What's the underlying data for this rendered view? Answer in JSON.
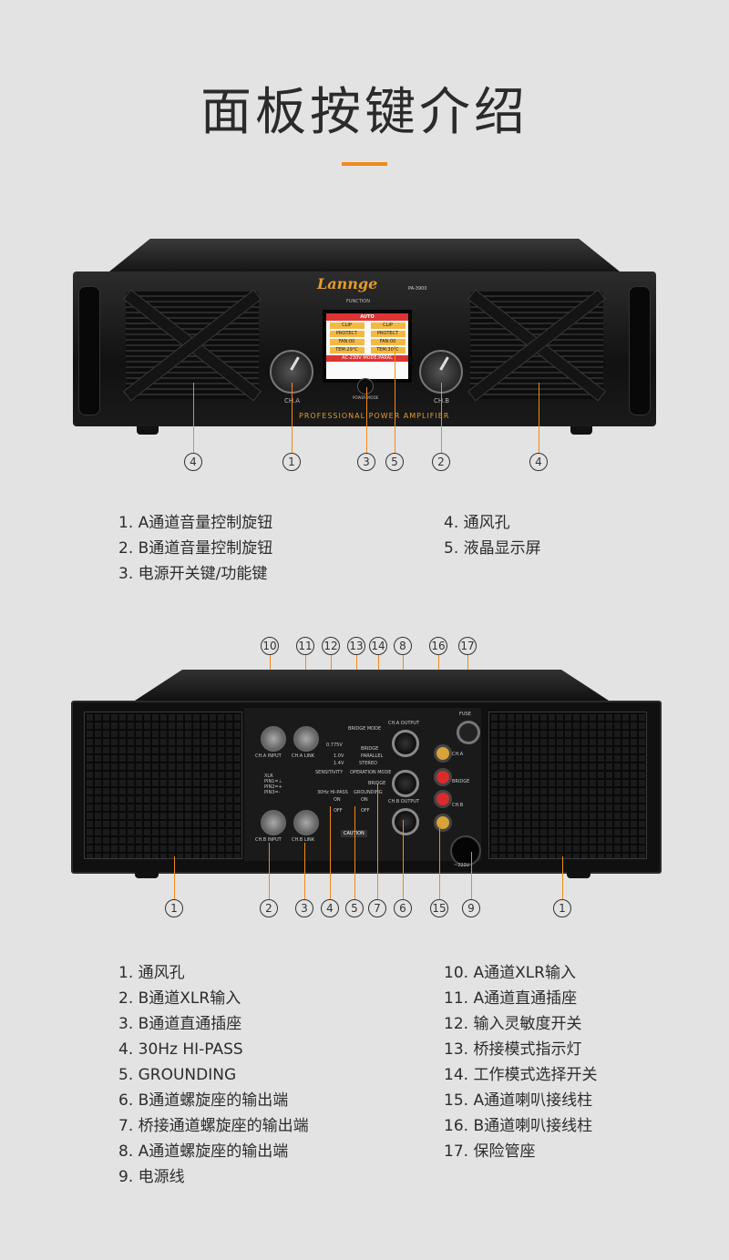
{
  "header": {
    "title": "面板按键介绍"
  },
  "front_device": {
    "brand": "Lannge",
    "model": "PA-3900",
    "lcd": {
      "function_label": "FUNCTION",
      "mode": "AUTO",
      "rows": [
        [
          "CLIP",
          "CLIP"
        ],
        [
          "PROTECT",
          "PROTECT"
        ],
        [
          "FAN:00",
          "FAN:00"
        ],
        [
          "TEM:29°C",
          "TEM:30°C"
        ]
      ],
      "footer_left": "AC-230V",
      "footer_right": "MODE:PARAL"
    },
    "knob_a_label": "CH.A",
    "knob_b_label": "CH.B",
    "power_label": "POWER MODE",
    "strip_text": "PROFESSIONAL POWER AMPLIFIER",
    "callouts": [
      "4",
      "1",
      "3",
      "5",
      "2",
      "4"
    ]
  },
  "front_list": {
    "left": [
      "1.  A通道音量控制旋钮",
      "2.  B通道音量控制旋钮",
      "3.  电源开关键/功能键"
    ],
    "right": [
      "4.  通风孔",
      "5.  液晶显示屏"
    ]
  },
  "rear_device": {
    "top_callouts": [
      "10",
      "11",
      "12",
      "13",
      "14",
      "8",
      "16",
      "17"
    ],
    "bottom_callouts": [
      "1",
      "2",
      "3",
      "4",
      "5",
      "7",
      "6",
      "15",
      "9",
      "1"
    ],
    "labels": {
      "cha_input": "CH.A INPUT",
      "cha_link": "CH.A LINK",
      "chb_input": "CH.B INPUT",
      "chb_link": "CH.B LINK",
      "cha_output": "CH.A OUTPUT",
      "chb_output": "CH.B OUTPUT",
      "bridge": "BRIDGE",
      "bridge_mode": "BRIDGE MODE",
      "stereo": "STEREO",
      "parallel": "PARALLEL",
      "sensitivity": "SENSITIVITY",
      "operation_mode": "OPERATION MODE",
      "sens_high": "0.775V",
      "sens_mid": "1.0V",
      "sens_low": "1.4V",
      "hipass": "30Hz HI-PASS",
      "grounding": "GROUNDING",
      "on": "ON",
      "off": "OFF",
      "xlr": "XLR",
      "pin1": "PIN1=⊥",
      "pin2": "PIN2=+",
      "pin3": "PIN3=-",
      "caution": "CAUTION",
      "fuse": "FUSE",
      "cha_post": "CH.A",
      "chb_post": "CH.B",
      "mains": "~220V"
    }
  },
  "rear_list": {
    "left": [
      "1.  通风孔",
      "2.  B通道XLR输入",
      "3.  B通道直通插座",
      "4.  30Hz HI-PASS",
      "5.  GROUNDING",
      "6.  B通道螺旋座的输出端",
      "7.  桥接通道螺旋座的输出端",
      "8.  A通道螺旋座的输出端",
      "9.  电源线"
    ],
    "right": [
      "10.  A通道XLR输入",
      "11.  A通道直通插座",
      "12.  输入灵敏度开关",
      "13.  桥接模式指示灯",
      "14.  工作模式选择开关",
      "15.  A通道喇叭接线柱",
      "16.  B通道喇叭接线柱",
      "17.  保险管座"
    ]
  },
  "colors": {
    "accent": "#f08a1c",
    "background": "#e3e3e3",
    "lcd_red": "#dd3333",
    "lcd_amber": "#f4b942"
  }
}
